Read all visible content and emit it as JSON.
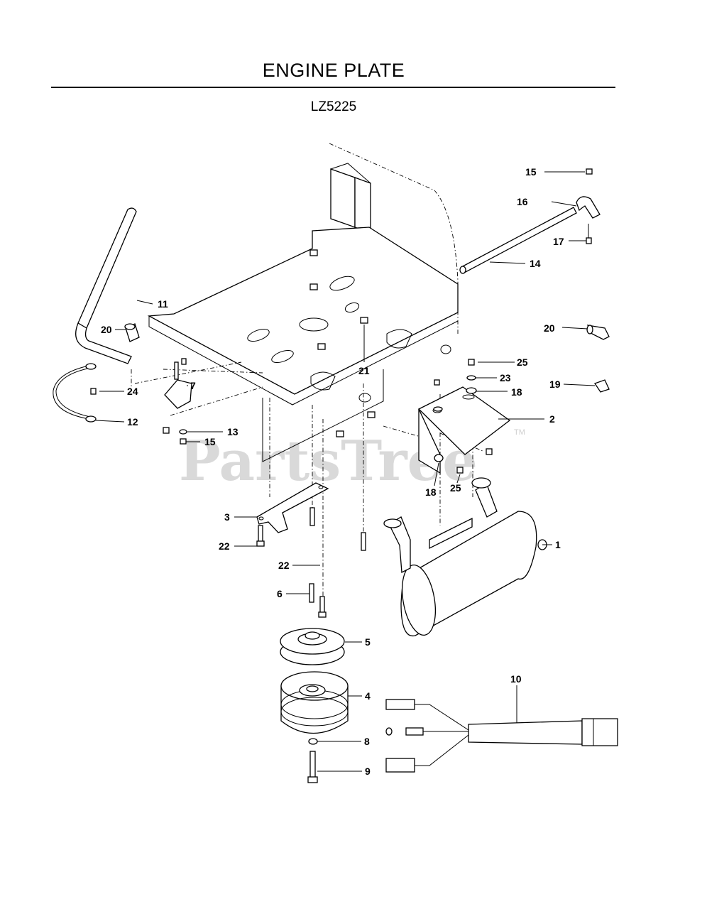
{
  "header": {
    "title": "ENGINE PLATE",
    "model": "LZ5225"
  },
  "watermark": {
    "text": "PartsTree",
    "mark": "TM"
  },
  "callouts": {
    "c1": "1",
    "c2": "2",
    "c3": "3",
    "c4": "4",
    "c5": "5",
    "c6": "6",
    "c7": "7",
    "c8": "8",
    "c9": "9",
    "c10": "10",
    "c11": "11",
    "c12": "12",
    "c13": "13",
    "c14": "14",
    "c15a": "15",
    "c15b": "15",
    "c16": "16",
    "c17": "17",
    "c18a": "18",
    "c18b": "18",
    "c19": "19",
    "c20a": "20",
    "c20b": "20",
    "c21": "21",
    "c22a": "22",
    "c22b": "22",
    "c23": "23",
    "c24": "24",
    "c25a": "25",
    "c25b": "25"
  }
}
